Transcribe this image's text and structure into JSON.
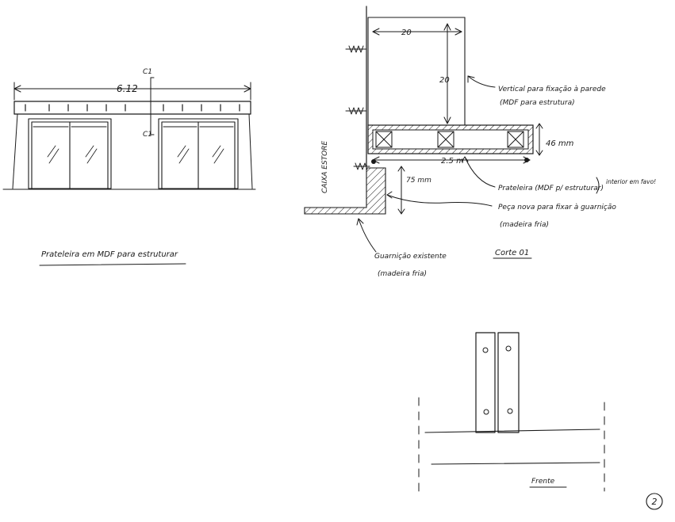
{
  "elevation": {
    "dim_width": "6.12",
    "section_mark_top": "C1",
    "section_mark_bottom": "C1",
    "caption": "Prateleira em MDF para estruturar"
  },
  "section": {
    "caixa_label": "CAIXA ESTORE",
    "dim_top": "20",
    "dim_vertical": "20",
    "dim_shelf_height": "46 mm",
    "dim_shelf_width": "2.5 m",
    "dim_piece": "75 mm",
    "note_vertical": "Vertical para fixação à parede",
    "note_vertical_sub": "(MDF para estrutura)",
    "note_shelf": "Prateleira (MDF p/ estruturar)",
    "note_shelf_extra": "interior em favo!",
    "note_piece": "Peça nova para fixar à guarnição",
    "note_piece_sub": "(madeira fria)",
    "note_existing": "Guarnição existente",
    "note_existing_sub": "(madeira fria)",
    "caption": "Corte 01"
  },
  "front_view": {
    "caption": "Frente"
  },
  "page_number": "2"
}
